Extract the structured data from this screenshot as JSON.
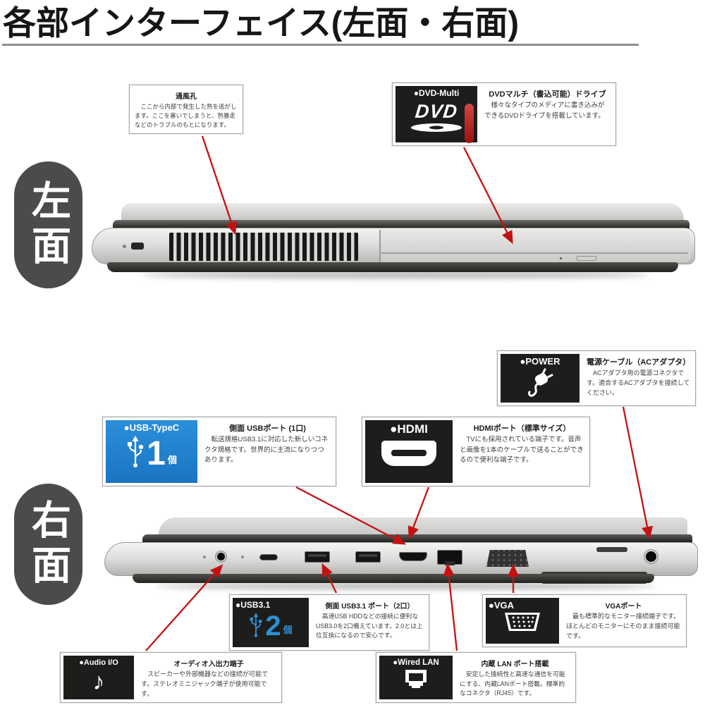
{
  "page": {
    "title": "各部インターフェイス(左面・右面)"
  },
  "colors": {
    "arrow_red": "#c41212",
    "badge_black": "#1d1d1b",
    "badge_blue": "#1e82d2",
    "usb31_blue": "#2f8fd6",
    "dvd_red": "#c0272d",
    "side_pill_gray": "#4b4b49",
    "title_underline": "#8f8f8f"
  },
  "sections": {
    "left": {
      "side_label": "左面",
      "vent": {
        "title": "通風孔",
        "body": "ここから内部で発生した熱を逃がします。ここを塞いでしまうと、熱暴走などのトラブルのもとになります。"
      },
      "dvd": {
        "badge_label": "●DVD-Multi",
        "logo": "DVD",
        "title": "DVDマルチ（書込可能）ドライブ",
        "body": "様々なタイプのメディアに書き込みができるDVDドライブを搭載しています。"
      }
    },
    "right": {
      "side_label": "右面",
      "power": {
        "badge_label": "●POWER",
        "title": "電源ケーブル（ACアダプタ）",
        "body": "ACアダプタ用の電源コネクタです。適合するACアダプタを接続してください。"
      },
      "usb_typec": {
        "badge_label": "●USB-TypeC",
        "count": "1",
        "unit": "個",
        "title": "側面 USBポート (1口)",
        "body": "転送規格USB3.1に対応した新しいコネクタ規格です。世界的に主流になりつつあります。"
      },
      "hdmi": {
        "badge_label": "●HDMI",
        "title": "HDMIポート（標準サイズ）",
        "body": "TVにも採用されている端子です。音声と画像を1本のケーブルで送ることができるので便利な端子です。"
      },
      "usb31": {
        "badge_label": "●USB3.1",
        "count": "2",
        "unit": "個",
        "title": "側面 USB3.1 ポート（2口）",
        "body": "高速USB HDDなどの接続に便利なUSB3.0を2口備えています。2.0とは上位互換になるので安心です。"
      },
      "vga": {
        "badge_label": "●VGA",
        "title": "VGAポート",
        "body": "最も標準的なモニター接続端子です。ほとんどのモニターにそのまま接続可能です。"
      },
      "lan": {
        "badge_label": "●Wired LAN",
        "title": "内蔵 LAN ポート搭載",
        "body": "安定した接続性と高速な通信を可能にする、内蔵LANポート搭載。標準的なコネクタ（RJ45）です。"
      },
      "audio": {
        "badge_label": "●Audio I/O",
        "note_icon": "♪",
        "title": "オーディオ入出力端子",
        "body": "スピーカーや外部機器などの接続が可能です。ステレオミニジャック端子が使用可能です。"
      }
    }
  }
}
